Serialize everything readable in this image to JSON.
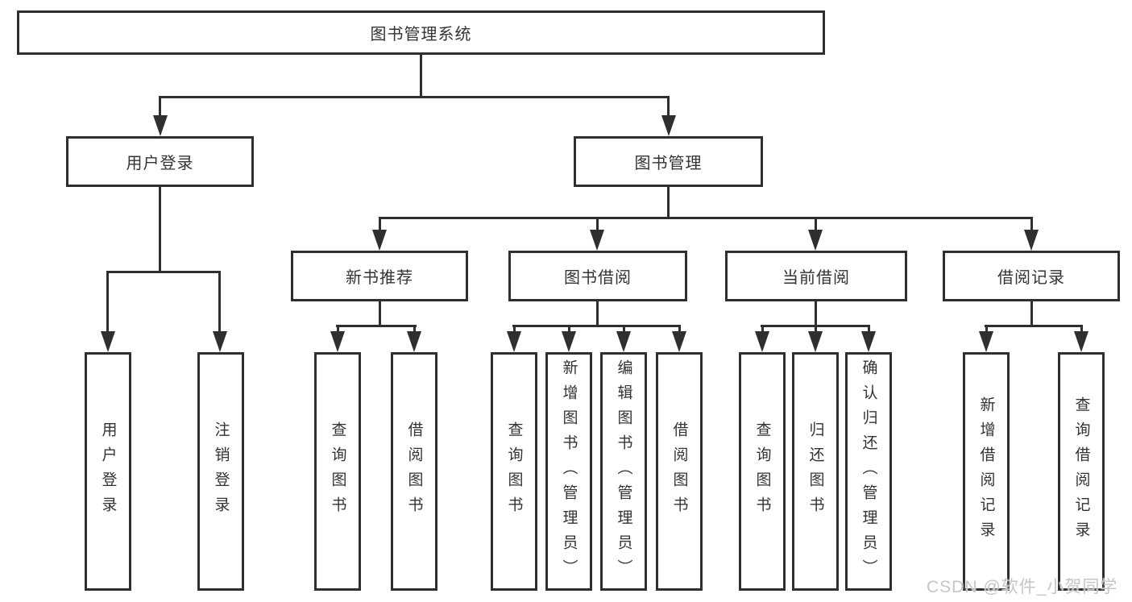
{
  "nodes": {
    "root": "图书管理系统",
    "level2": [
      "用户登录",
      "图书管理"
    ],
    "level3": [
      "新书推荐",
      "图书借阅",
      "当前借阅",
      "借阅记录"
    ],
    "leaves": {
      "user": [
        "用户登录",
        "注销登录"
      ],
      "newbook": [
        "查询图书",
        "借阅图书"
      ],
      "borrow": [
        "查询图书",
        "新增图书（管理员）",
        "编辑图书（管理员）",
        "借阅图书"
      ],
      "current": [
        "查询图书",
        "归还图书",
        "确认归还（管理员）"
      ],
      "record": [
        "新增借阅记录",
        "查询借阅记录"
      ]
    }
  },
  "watermark": "CSDN @软件_小贺同学",
  "colors": {
    "line": "#2f2f2f",
    "text": "#333333",
    "watermark": "#c6c6c6",
    "background": "#ffffff"
  }
}
